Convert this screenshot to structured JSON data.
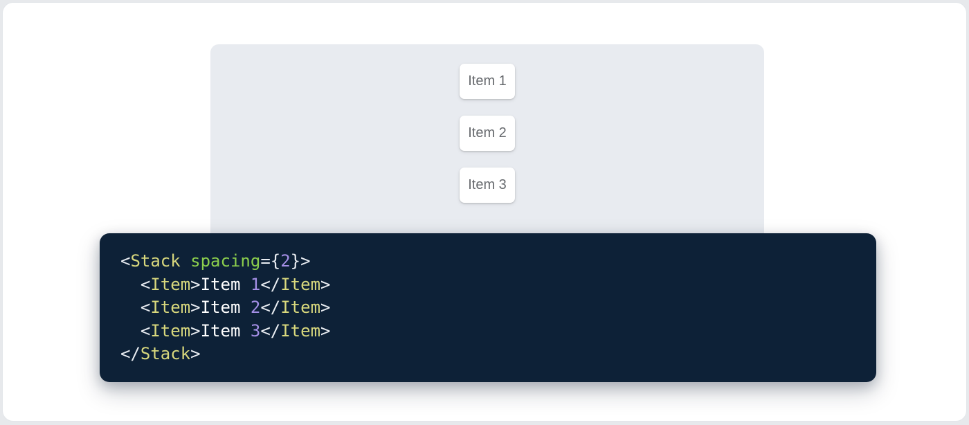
{
  "demo": {
    "items": [
      {
        "label": "Item 1"
      },
      {
        "label": "Item 2"
      },
      {
        "label": "Item 3"
      }
    ]
  },
  "code": {
    "language": "jsx",
    "source": "<Stack spacing={2}>\n  <Item>Item 1</Item>\n  <Item>Item 2</Item>\n  <Item>Item 3</Item>\n</Stack>",
    "lines": [
      [
        {
          "type": "punc",
          "text": "<"
        },
        {
          "type": "tag",
          "text": "Stack"
        },
        {
          "type": "text",
          "text": " "
        },
        {
          "type": "attr",
          "text": "spacing"
        },
        {
          "type": "punc",
          "text": "={"
        },
        {
          "type": "num",
          "text": "2"
        },
        {
          "type": "punc",
          "text": "}>"
        }
      ],
      [
        {
          "type": "text",
          "text": "  "
        },
        {
          "type": "punc",
          "text": "<"
        },
        {
          "type": "tag",
          "text": "Item"
        },
        {
          "type": "punc",
          "text": ">"
        },
        {
          "type": "text",
          "text": "Item "
        },
        {
          "type": "num",
          "text": "1"
        },
        {
          "type": "punc",
          "text": "</"
        },
        {
          "type": "tag",
          "text": "Item"
        },
        {
          "type": "punc",
          "text": ">"
        }
      ],
      [
        {
          "type": "text",
          "text": "  "
        },
        {
          "type": "punc",
          "text": "<"
        },
        {
          "type": "tag",
          "text": "Item"
        },
        {
          "type": "punc",
          "text": ">"
        },
        {
          "type": "text",
          "text": "Item "
        },
        {
          "type": "num",
          "text": "2"
        },
        {
          "type": "punc",
          "text": "</"
        },
        {
          "type": "tag",
          "text": "Item"
        },
        {
          "type": "punc",
          "text": ">"
        }
      ],
      [
        {
          "type": "text",
          "text": "  "
        },
        {
          "type": "punc",
          "text": "<"
        },
        {
          "type": "tag",
          "text": "Item"
        },
        {
          "type": "punc",
          "text": ">"
        },
        {
          "type": "text",
          "text": "Item "
        },
        {
          "type": "num",
          "text": "3"
        },
        {
          "type": "punc",
          "text": "</"
        },
        {
          "type": "tag",
          "text": "Item"
        },
        {
          "type": "punc",
          "text": ">"
        }
      ],
      [
        {
          "type": "punc",
          "text": "</"
        },
        {
          "type": "tag",
          "text": "Stack"
        },
        {
          "type": "punc",
          "text": ">"
        }
      ]
    ]
  },
  "colors": {
    "page_background": "#e7e9ec",
    "card_background": "#ffffff",
    "demo_background": "#e8ebf0",
    "item_background": "#ffffff",
    "item_text": "#66696d",
    "code_background": "#0d2137",
    "token_tag": "#d8d87d",
    "token_attr": "#8ccf4d",
    "token_number": "#a48fe6",
    "token_punctuation": "#e9edf2",
    "token_plain_text": "#ffffff"
  }
}
